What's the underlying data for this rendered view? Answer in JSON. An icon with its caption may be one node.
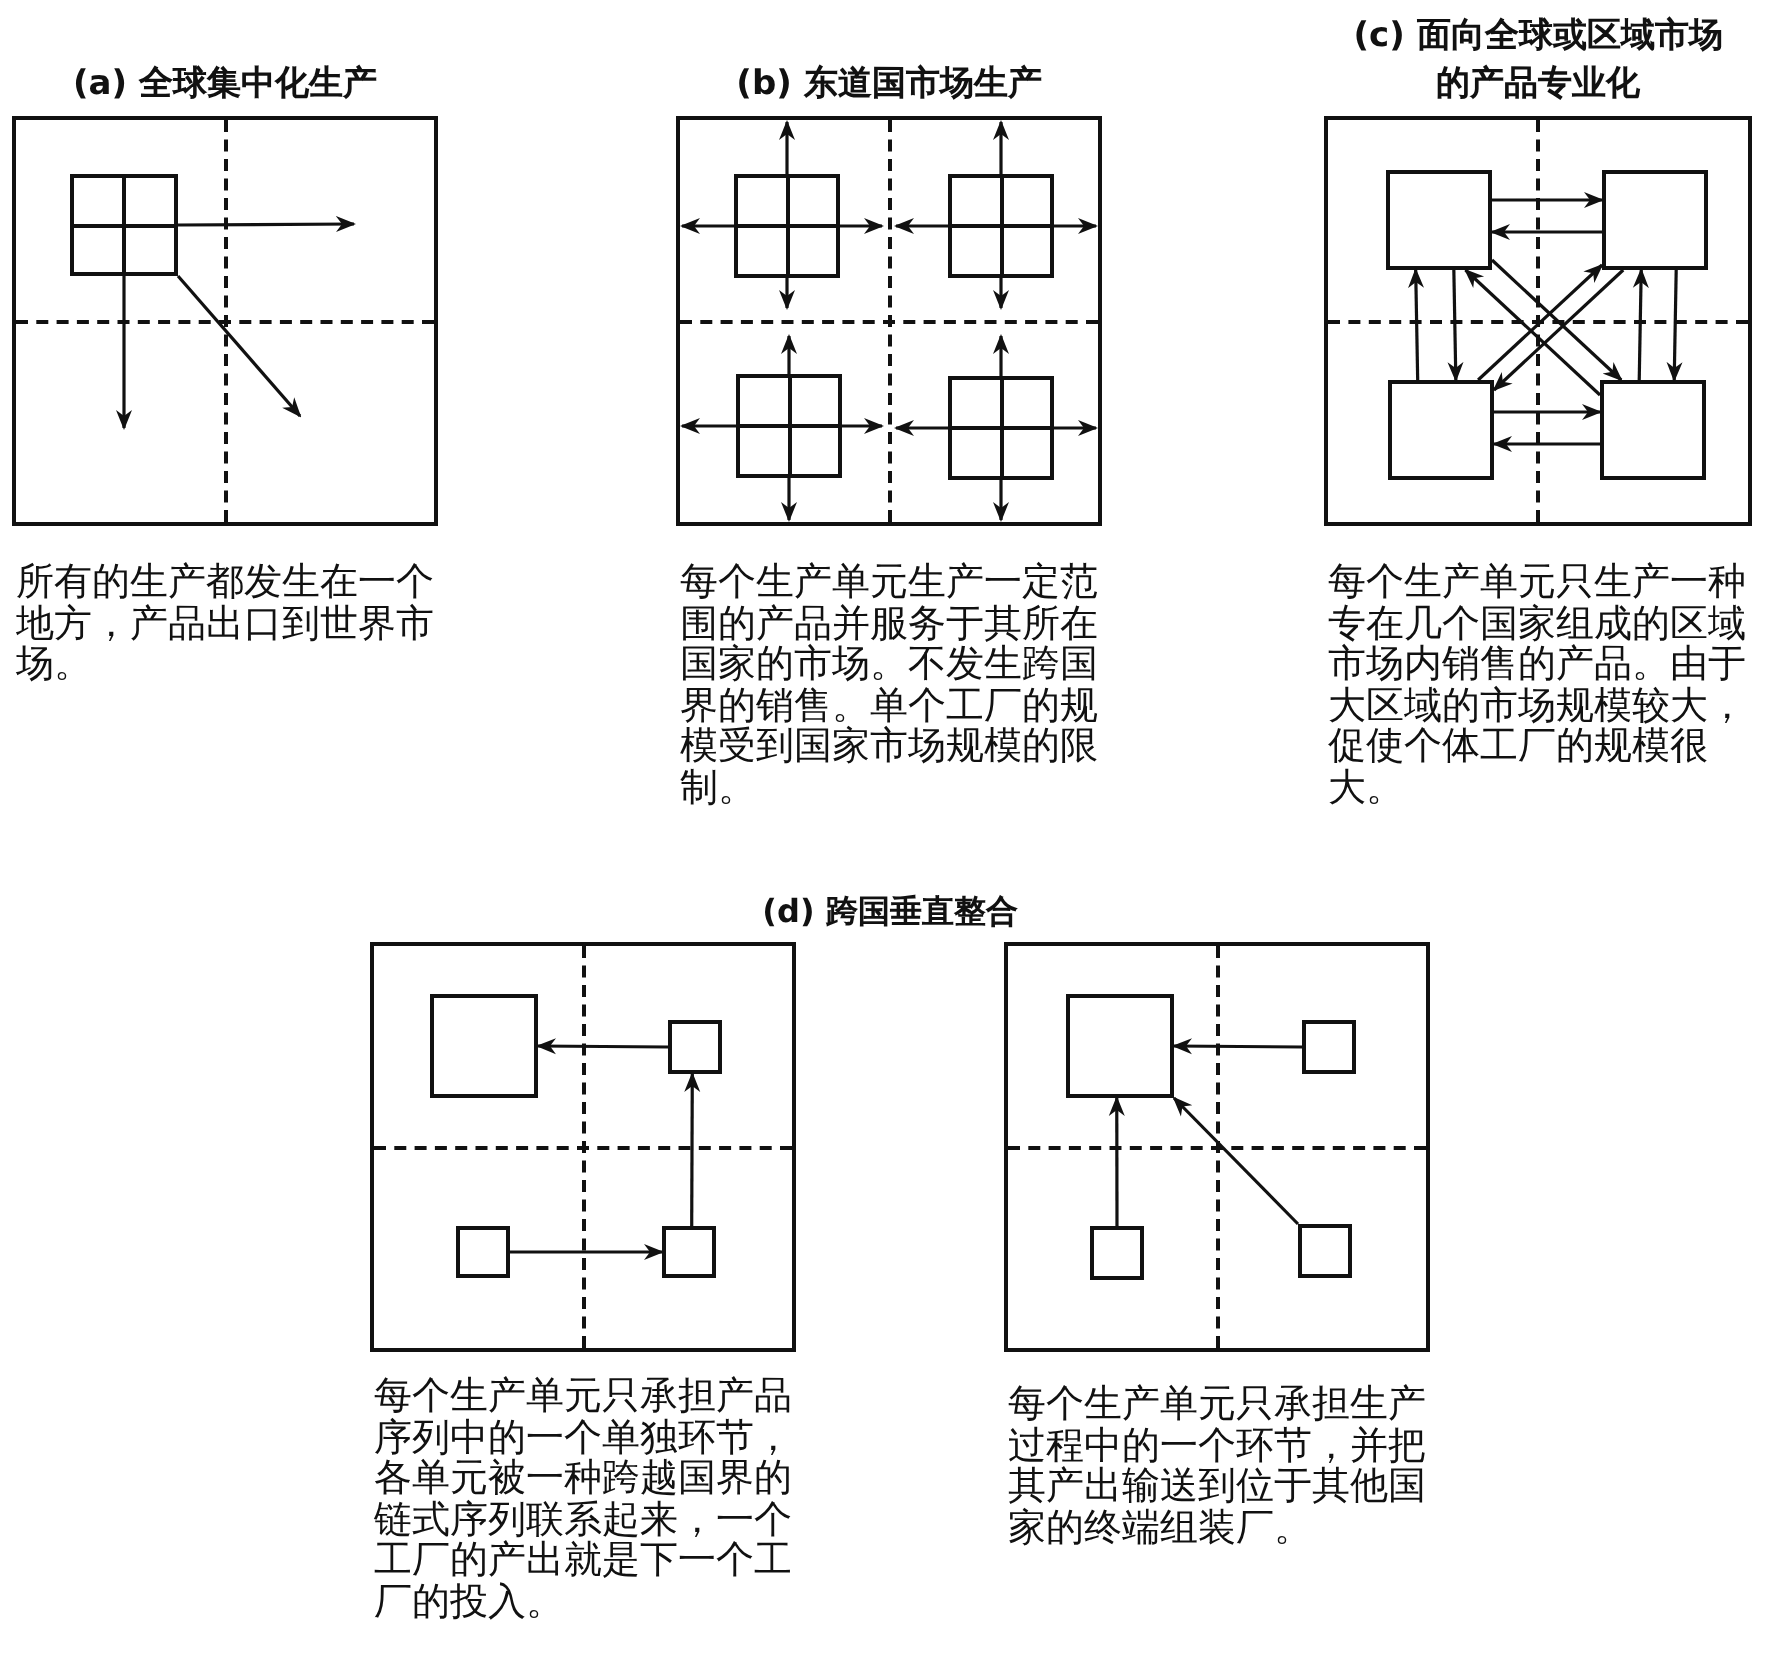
{
  "diagram": {
    "nodes": [
      {
        "text": [
          "(a) 全球集中化生产"
        ],
        "beside": [
          "所有的生产都发生在一个地方，产品出口到世界市场。"
        ]
      },
      {
        "text": [],
        "shape": "box",
        "in": 0
      },
      {
        "text": [
          "(b) 东道国市场生产"
        ],
        "beside": [
          "每个生产单元生产一定范围的产品并服务于其所在国家的市场。不发生跨国界的销售。单个工厂的规模受到国家市场规模的限制。"
        ]
      },
      {
        "text": [],
        "shape": "box",
        "in": 2
      },
      {
        "text": [],
        "shape": "box",
        "in": 2
      },
      {
        "text": [],
        "shape": "box",
        "in": 2
      },
      {
        "text": [],
        "shape": "box",
        "in": 2
      },
      {
        "text": [
          "(c) 面向全球或区域市场的产品专业化"
        ],
        "beside": [
          "每个生产单元只生产一种专在几个国家组成的区域市场内销售的产品。由于大区域的市场规模较大，促使个体工厂的规模很大。"
        ]
      },
      {
        "text": [],
        "shape": "box",
        "in": 7
      },
      {
        "text": [],
        "shape": "box",
        "in": 7
      },
      {
        "text": [],
        "shape": "box",
        "in": 7
      },
      {
        "text": [],
        "shape": "box",
        "in": 7
      },
      {
        "text": [],
        "shape": "box",
        "beside": [
          "每个生产单元只承担产品序列中的一个单独环节，各单元被一种跨越国界的链式序列联系起来，一个工厂的产出就是下一个工厂的投入。"
        ]
      },
      {
        "text": [],
        "shape": "box",
        "in": 12
      },
      {
        "text": [],
        "shape": "box",
        "in": 12
      },
      {
        "text": [],
        "shape": "box",
        "in": 12
      },
      {
        "text": [],
        "shape": "box",
        "in": 12
      },
      {
        "text": [],
        "shape": "box",
        "beside": [
          "每个生产单元只承担生产过程中的一个环节，并把其产出输送到位于其他国家的终端组装厂。"
        ]
      },
      {
        "text": [],
        "shape": "box",
        "in": 17
      },
      {
        "text": [],
        "shape": "box",
        "in": 17
      },
      {
        "text": [],
        "shape": "box",
        "in": 17
      },
      {
        "text": [],
        "shape": "box",
        "in": 17
      }
    ],
    "edges": [
      {
        "from": 1,
        "to": null,
        "arrow": "to"
      },
      {
        "from": 1,
        "to": null,
        "arrow": "to"
      },
      {
        "from": 1,
        "to": null,
        "arrow": "to"
      },
      {
        "from": 3,
        "to": null,
        "arrow": "to"
      },
      {
        "from": 3,
        "to": null,
        "arrow": "to"
      },
      {
        "from": 3,
        "to": null,
        "arrow": "to"
      },
      {
        "from": 3,
        "to": null,
        "arrow": "to"
      },
      {
        "from": 4,
        "to": null,
        "arrow": "to"
      },
      {
        "from": 4,
        "to": null,
        "arrow": "to"
      },
      {
        "from": 4,
        "to": null,
        "arrow": "to"
      },
      {
        "from": 4,
        "to": null,
        "arrow": "to"
      },
      {
        "from": 5,
        "to": null,
        "arrow": "to"
      },
      {
        "from": 5,
        "to": null,
        "arrow": "to"
      },
      {
        "from": 5,
        "to": null,
        "arrow": "to"
      },
      {
        "from": 5,
        "to": null,
        "arrow": "to"
      },
      {
        "from": 6,
        "to": null,
        "arrow": "to"
      },
      {
        "from": 6,
        "to": null,
        "arrow": "to"
      },
      {
        "from": 6,
        "to": null,
        "arrow": "to"
      },
      {
        "from": 6,
        "to": null,
        "arrow": "to"
      },
      {
        "from": 8,
        "to": 9,
        "arrow": "to"
      },
      {
        "from": 9,
        "to": 8,
        "arrow": "to"
      },
      {
        "from": 10,
        "to": 11,
        "arrow": "to"
      },
      {
        "from": 11,
        "to": 10,
        "arrow": "to"
      },
      {
        "from": 10,
        "to": 8,
        "arrow": "to"
      },
      {
        "from": 8,
        "to": 10,
        "arrow": "to"
      },
      {
        "from": 11,
        "to": 9,
        "arrow": "to"
      },
      {
        "from": 9,
        "to": 11,
        "arrow": "to"
      },
      {
        "from": 8,
        "to": 11,
        "arrow": "to"
      },
      {
        "from": 11,
        "to": 8,
        "arrow": "to"
      },
      {
        "from": 10,
        "to": 9,
        "arrow": "to"
      },
      {
        "from": 9,
        "to": 10,
        "arrow": "to"
      },
      {
        "from": 14,
        "to": 13,
        "arrow": "to"
      },
      {
        "from": 15,
        "to": 16,
        "arrow": "to"
      },
      {
        "from": 16,
        "to": 14,
        "arrow": "to"
      },
      {
        "from": 19,
        "to": 18,
        "arrow": "to"
      },
      {
        "from": 20,
        "to": 18,
        "arrow": "to"
      },
      {
        "from": 21,
        "to": 18,
        "arrow": "to"
      }
    ],
    "labels": [
      "(d) 跨国垂直整合"
    ]
  }
}
